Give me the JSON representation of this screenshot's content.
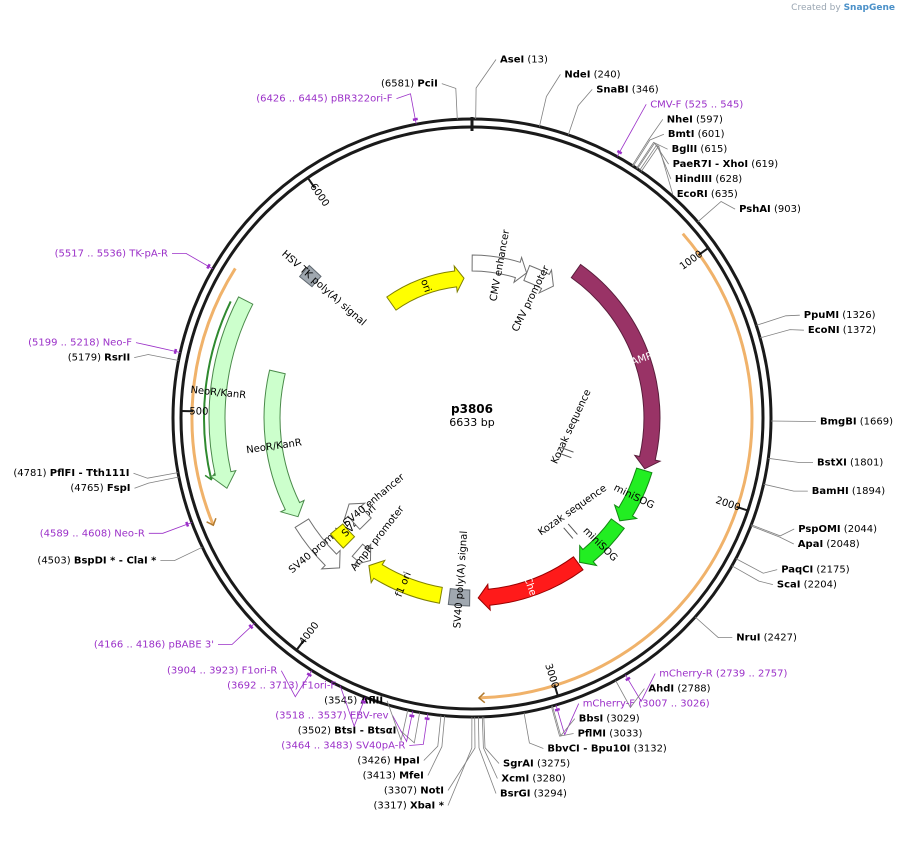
{
  "credit": {
    "prefix": "Created by",
    "brand": "SnapGene"
  },
  "map": {
    "name": "p3806",
    "length_label": "6633 bp",
    "total_bp": 6633
  },
  "colors": {
    "backbone": "#1a1a1a",
    "primer": "#9b30c8",
    "site": "#000000",
    "feature_line": "#808080",
    "orf": "#f0b26a"
  },
  "features": [
    {
      "id": "ori",
      "label": "ori",
      "start": 5985,
      "end": 6573,
      "dir": 1,
      "ring": 140,
      "color": "#ffff00",
      "stroke": "#808000"
    },
    {
      "id": "cmv-enhancer",
      "label": "CMV enhancer",
      "start": 1,
      "end": 380,
      "dir": 1,
      "ring": 155,
      "color": "#ffffff",
      "stroke": "#707070"
    },
    {
      "id": "cmv-promoter",
      "label": "CMV promoter",
      "start": 381,
      "end": 584,
      "dir": 1,
      "ring": 155,
      "color": "#ffffff",
      "stroke": "#707070"
    },
    {
      "id": "lamp1",
      "label": "LAMP1",
      "start": 650,
      "end": 1960,
      "dir": 1,
      "ring": 180,
      "color": "#993366",
      "stroke": "#5a1e3c"
    },
    {
      "id": "minisog-1",
      "label": "miniSOG",
      "start": 1970,
      "end": 2300,
      "dir": 1,
      "ring": 180,
      "color": "#22ee22",
      "stroke": "#138813"
    },
    {
      "id": "minisog-2",
      "label": "miniSOG",
      "start": 2320,
      "end": 2640,
      "dir": 1,
      "ring": 180,
      "color": "#22ee22",
      "stroke": "#138813"
    },
    {
      "id": "mcherry",
      "label": "mCherry",
      "start": 2650,
      "end": 3280,
      "dir": 1,
      "ring": 180,
      "color": "#ff1a1a",
      "stroke": "#990000"
    },
    {
      "id": "sv40-polya",
      "label": "SV40 poly(A) signal",
      "start": 3330,
      "end": 3450,
      "dir": 0,
      "ring": 180,
      "color": "#a0a8b0",
      "stroke": "#606870"
    },
    {
      "id": "f1-ori",
      "label": "f1 ori",
      "start": 3500,
      "end": 3960,
      "dir": 1,
      "ring": 180,
      "color": "#ffff00",
      "stroke": "#808000"
    },
    {
      "id": "ampr-promoter",
      "label": "AmpR promoter",
      "start": 3970,
      "end": 4070,
      "dir": -1,
      "ring": 175,
      "color": "#ffffff",
      "stroke": "#707070"
    },
    {
      "id": "sv40-promoter",
      "label": "SV40 promoter",
      "start": 4080,
      "end": 4390,
      "dir": -1,
      "ring": 200,
      "color": "#ffffff",
      "stroke": "#707070"
    },
    {
      "id": "sv40-ori",
      "label": "SV40 ori",
      "start": 4140,
      "end": 4250,
      "dir": 0,
      "ring": 175,
      "color": "#ffff00",
      "stroke": "#808000"
    },
    {
      "id": "sv40-enhancer",
      "label": "SV40 enhancer",
      "start": 4150,
      "end": 4330,
      "dir": 1,
      "ring": 150,
      "color": "#ffffff",
      "stroke": "#707070"
    },
    {
      "id": "neor-inner",
      "label": "NeoR/KanR",
      "start": 4430,
      "end": 5220,
      "dir": -1,
      "ring": 200,
      "color": "#ccffcc",
      "stroke": "#4a8a4a"
    },
    {
      "id": "neor-outer",
      "label": "NeoR/KanR",
      "start": 4680,
      "end": 5480,
      "dir": -1,
      "ring": 255,
      "color": "#ccffcc",
      "stroke": "#4a8a4a"
    },
    {
      "id": "hsv-tk-polya",
      "label": "HSV TK poly(A) signal",
      "start": 5700,
      "end": 5770,
      "dir": 0,
      "ring": 215,
      "color": "#a0a8b0",
      "stroke": "#606870"
    }
  ],
  "orf_arcs": [
    {
      "start": 900,
      "end": 3290,
      "dir": 1,
      "ring": 280
    },
    {
      "start": 4560,
      "end": 5570,
      "dir": -1,
      "ring": 280
    },
    {
      "start": 4730,
      "end": 5450,
      "dir": -1,
      "ring": 268,
      "color": "#2f8a2f"
    }
  ],
  "kozak": [
    {
      "label": "Kozak sequence",
      "pos": 2030,
      "ring": 100
    },
    {
      "label": "Kozak sequence",
      "pos": 2560,
      "ring": 150
    }
  ],
  "ticks": [
    {
      "pos": 1000,
      "label": "1000"
    },
    {
      "pos": 2000,
      "label": "2000"
    },
    {
      "pos": 3000,
      "label": "3000"
    },
    {
      "pos": 4000,
      "label": "4000"
    },
    {
      "pos": 5000,
      "label": "5000"
    },
    {
      "pos": 6000,
      "label": "6000"
    }
  ],
  "labels": [
    {
      "type": "site",
      "name": "PciI",
      "pos_text": "(6581)",
      "pos": 6581,
      "side": "left"
    },
    {
      "type": "site",
      "name": "AseI",
      "pos_text": "(13)",
      "pos": 13,
      "side": "right"
    },
    {
      "type": "site",
      "name": "NdeI",
      "pos_text": "(240)",
      "pos": 240,
      "side": "right"
    },
    {
      "type": "site",
      "name": "SnaBI",
      "pos_text": "(346)",
      "pos": 346,
      "side": "right"
    },
    {
      "type": "primer",
      "name": "CMV-F",
      "pos_text": "(525 .. 545)",
      "pos": 535,
      "side": "right"
    },
    {
      "type": "site",
      "name": "NheI",
      "pos_text": "(597)",
      "pos": 597,
      "side": "right"
    },
    {
      "type": "site",
      "name": "BmtI",
      "pos_text": "(601)",
      "pos": 601,
      "side": "right"
    },
    {
      "type": "site",
      "name": "BglII",
      "pos_text": "(615)",
      "pos": 615,
      "side": "right"
    },
    {
      "type": "site",
      "name": "PaeR7I - XhoI",
      "pos_text": "(619)",
      "pos": 619,
      "side": "right"
    },
    {
      "type": "site",
      "name": "HindIII",
      "pos_text": "(628)",
      "pos": 628,
      "side": "right"
    },
    {
      "type": "site",
      "name": "EcoRI",
      "pos_text": "(635)",
      "pos": 635,
      "side": "right"
    },
    {
      "type": "site",
      "name": "PshAI",
      "pos_text": "(903)",
      "pos": 903,
      "side": "right"
    },
    {
      "type": "site",
      "name": "PpuMI",
      "pos_text": "(1326)",
      "pos": 1326,
      "side": "right"
    },
    {
      "type": "site",
      "name": "EcoNI",
      "pos_text": "(1372)",
      "pos": 1372,
      "side": "right"
    },
    {
      "type": "site",
      "name": "BmgBI",
      "pos_text": "(1669)",
      "pos": 1669,
      "side": "right"
    },
    {
      "type": "site",
      "name": "BstXI",
      "pos_text": "(1801)",
      "pos": 1801,
      "side": "right"
    },
    {
      "type": "site",
      "name": "BamHI",
      "pos_text": "(1894)",
      "pos": 1894,
      "side": "right"
    },
    {
      "type": "site",
      "name": "PspOMI",
      "pos_text": "(2044)",
      "pos": 2044,
      "side": "right"
    },
    {
      "type": "site",
      "name": "ApaI",
      "pos_text": "(2048)",
      "pos": 2048,
      "side": "right"
    },
    {
      "type": "site",
      "name": "PaqCI",
      "pos_text": "(2175)",
      "pos": 2175,
      "side": "right"
    },
    {
      "type": "site",
      "name": "ScaI",
      "pos_text": "(2204)",
      "pos": 2204,
      "side": "right"
    },
    {
      "type": "site",
      "name": "NruI",
      "pos_text": "(2427)",
      "pos": 2427,
      "side": "right"
    },
    {
      "type": "primer",
      "name": "mCherry-R",
      "pos_text": "(2739 .. 2757)",
      "pos": 2748,
      "side": "right"
    },
    {
      "type": "site",
      "name": "AhdI",
      "pos_text": "(2788)",
      "pos": 2788,
      "side": "right"
    },
    {
      "type": "primer",
      "name": "mCherry-F",
      "pos_text": "(3007 .. 3026)",
      "pos": 3016,
      "side": "right"
    },
    {
      "type": "site",
      "name": "BbsI",
      "pos_text": "(3029)",
      "pos": 3029,
      "side": "right"
    },
    {
      "type": "site",
      "name": "PflMI",
      "pos_text": "(3033)",
      "pos": 3033,
      "side": "right"
    },
    {
      "type": "site",
      "name": "BbvCI - Bpu10I",
      "pos_text": "(3132)",
      "pos": 3132,
      "side": "right"
    },
    {
      "type": "site",
      "name": "SgrAI",
      "pos_text": "(3275)",
      "pos": 3275,
      "side": "right"
    },
    {
      "type": "site",
      "name": "XcmI",
      "pos_text": "(3280)",
      "pos": 3280,
      "side": "right"
    },
    {
      "type": "site",
      "name": "BsrGI",
      "pos_text": "(3294)",
      "pos": 3294,
      "side": "right"
    },
    {
      "type": "site",
      "name": "NotI",
      "pos_text": "(3307)",
      "pos": 3307,
      "side": "left"
    },
    {
      "type": "site",
      "name": "XbaI *",
      "pos_text": "(3317)",
      "pos": 3317,
      "side": "left"
    },
    {
      "type": "site",
      "name": "MfeI",
      "pos_text": "(3413)",
      "pos": 3413,
      "side": "left"
    },
    {
      "type": "site",
      "name": "HpaI",
      "pos_text": "(3426)",
      "pos": 3426,
      "side": "left"
    },
    {
      "type": "primer",
      "name": "SV40pA-R",
      "pos_text": "(3464 .. 3483)",
      "pos": 3473,
      "side": "left"
    },
    {
      "type": "site",
      "name": "BtsI - BtsαI",
      "pos_text": "(3502)",
      "pos": 3502,
      "side": "left"
    },
    {
      "type": "primer",
      "name": "EBV-rev",
      "pos_text": "(3518 .. 3537)",
      "pos": 3527,
      "side": "left"
    },
    {
      "type": "site",
      "name": "AflII",
      "pos_text": "(3545)",
      "pos": 3545,
      "side": "left"
    },
    {
      "type": "primer",
      "name": "F1ori-F",
      "pos_text": "(3692 .. 3713)",
      "pos": 3702,
      "side": "left"
    },
    {
      "type": "primer",
      "name": "F1ori-R",
      "pos_text": "(3904 .. 3923)",
      "pos": 3913,
      "side": "left"
    },
    {
      "type": "primer",
      "name": "pBABE 3'",
      "pos_text": "(4166 .. 4186)",
      "pos": 4176,
      "side": "left"
    },
    {
      "type": "site",
      "name": "BspDI * - ClaI *",
      "pos_text": "(4503)",
      "pos": 4503,
      "side": "left"
    },
    {
      "type": "primer",
      "name": "Neo-R",
      "pos_text": "(4589 .. 4608)",
      "pos": 4598,
      "side": "left"
    },
    {
      "type": "site",
      "name": "FspI",
      "pos_text": "(4765)",
      "pos": 4765,
      "side": "left"
    },
    {
      "type": "site",
      "name": "PflFI - Tth111I",
      "pos_text": "(4781)",
      "pos": 4781,
      "side": "left"
    },
    {
      "type": "site",
      "name": "RsrII",
      "pos_text": "(5179)",
      "pos": 5179,
      "side": "left"
    },
    {
      "type": "primer",
      "name": "Neo-F",
      "pos_text": "(5199 .. 5218)",
      "pos": 5208,
      "side": "left"
    },
    {
      "type": "primer",
      "name": "TK-pA-R",
      "pos_text": "(5517 .. 5536)",
      "pos": 5526,
      "side": "left"
    },
    {
      "type": "primer",
      "name": "pBR322ori-F",
      "pos_text": "(6426 .. 6445)",
      "pos": 6435,
      "side": "left"
    }
  ]
}
